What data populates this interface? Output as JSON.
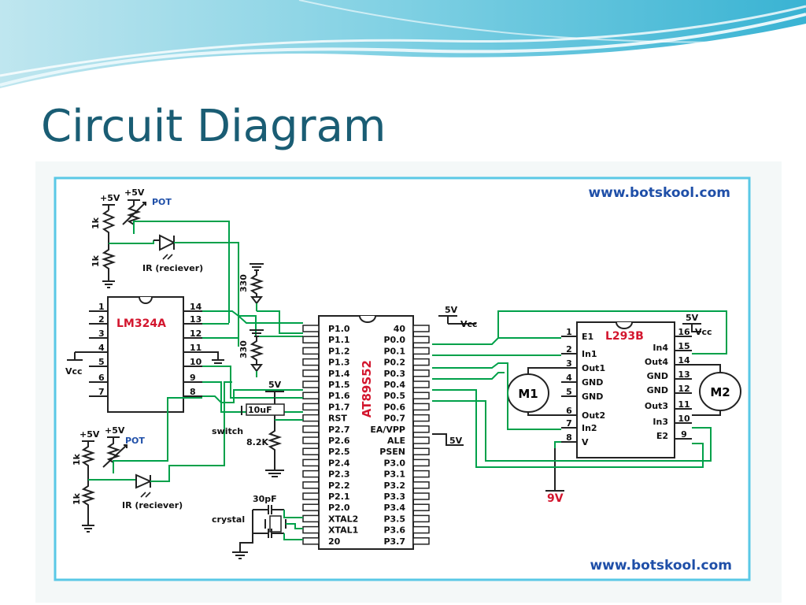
{
  "slide": {
    "title": "Circuit Diagram"
  },
  "diagram": {
    "watermark_top": "www.botskool.com",
    "watermark_bottom": "www.botskool.com",
    "lm324": {
      "name": "LM324A",
      "left_pins": [
        "1",
        "2",
        "3",
        "4",
        "5",
        "6",
        "7"
      ],
      "right_pins": [
        "14",
        "13",
        "12",
        "11",
        "10",
        "9",
        "8"
      ]
    },
    "at89": {
      "name": "AT89S52",
      "left_labels": [
        "P1.0",
        "P1.1",
        "P1.2",
        "P1.3",
        "P1.4",
        "P1.5",
        "P1.6",
        "P1.7",
        "RST",
        "P2.7",
        "P2.6",
        "P2.5",
        "P2.4",
        "P2.3",
        "P2.2",
        "P2.1",
        "P2.0",
        "XTAL2",
        "XTAL1",
        "20"
      ],
      "right_labels": [
        "40",
        "P0.0",
        "P0.1",
        "P0.2",
        "P0.3",
        "P0.4",
        "P0.5",
        "P0.6",
        "P0.7",
        "EA/VPP",
        "ALE",
        "PSEN",
        "P3.0",
        "P3.1",
        "P3.2",
        "P3.3",
        "P3.4",
        "P3.5",
        "P3.6",
        "P3.7"
      ]
    },
    "l293": {
      "name": "L293B",
      "left_labels": [
        "E1",
        "In1",
        "Out1",
        "GND",
        "GND",
        "Out2",
        "In2",
        "V"
      ],
      "left_pins": [
        "1",
        "2",
        "3",
        "4",
        "5",
        "6",
        "7",
        "8"
      ],
      "right_labels": [
        "In4",
        "Out4",
        "GND",
        "GND",
        "Out3",
        "In3",
        "E2"
      ],
      "right_pins": [
        "16",
        "15",
        "14",
        "13",
        "12",
        "11",
        "10",
        "9"
      ]
    },
    "labels": {
      "p5v": "+5V",
      "pot": "POT",
      "r1k": "1k",
      "ir": "IR (reciever)",
      "r330": "330",
      "vcc": "Vcc",
      "v5": "5V",
      "cap10": "10uF",
      "switch": "switch",
      "r82": "8.2K",
      "c30": "30pF",
      "crystal": "crystal",
      "m1": "M1",
      "m2": "M2",
      "v9": "9V"
    }
  },
  "colors": {
    "title": "#1a5d74",
    "wire": "#00a14a",
    "frame": "#5ac8e6",
    "red_text": "#d3162e",
    "blue_text": "#1f4fa8"
  }
}
